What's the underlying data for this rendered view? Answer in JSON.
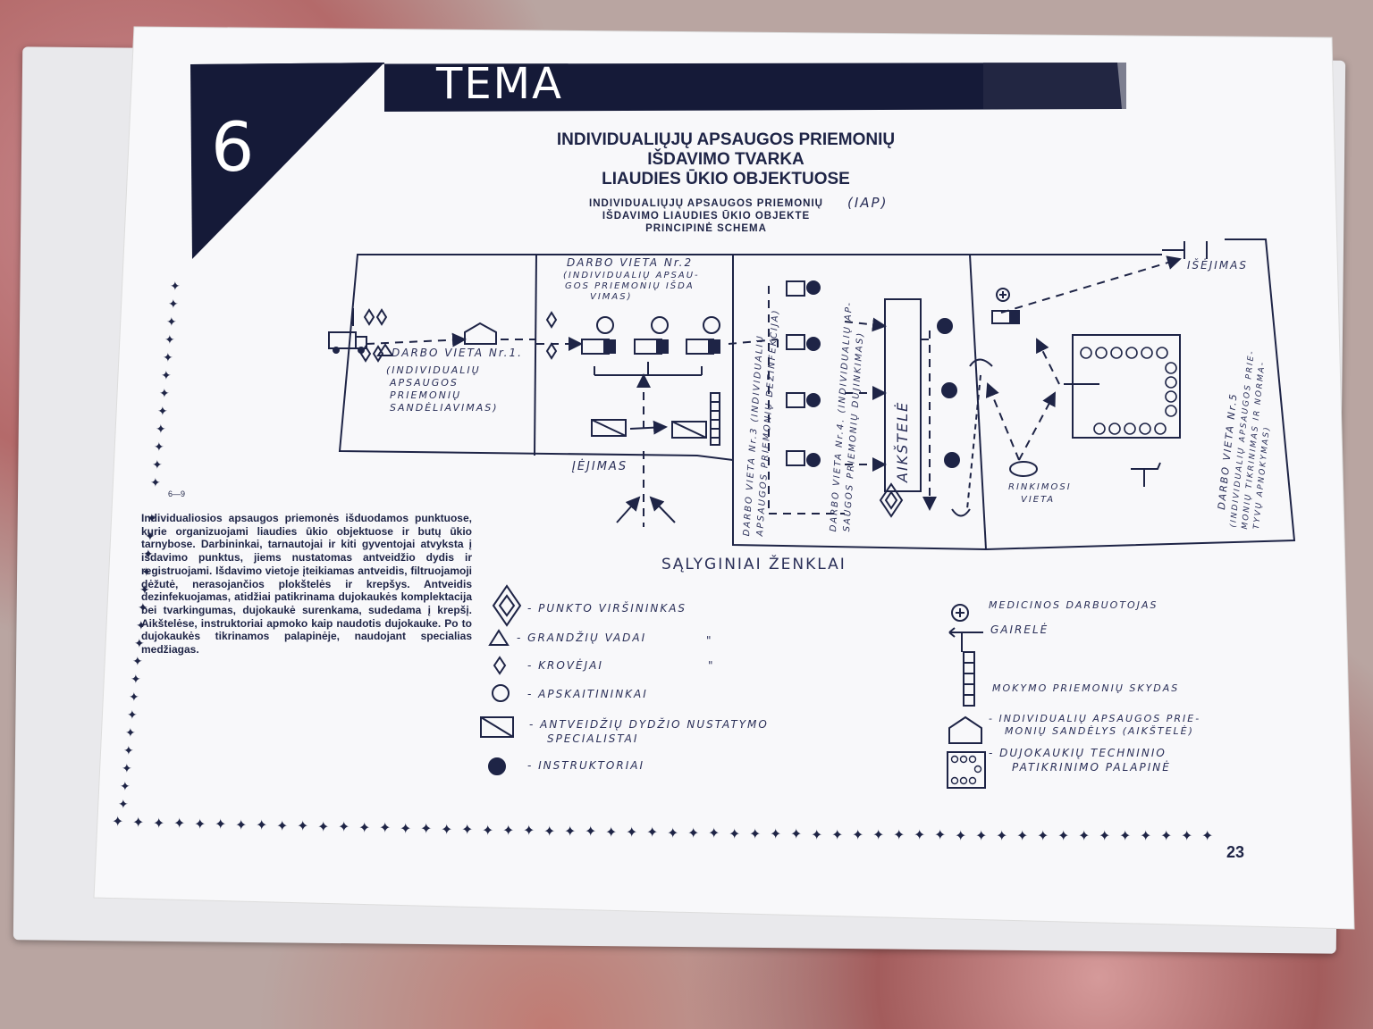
{
  "header": {
    "banner_word": "TEMA",
    "topic_number": "6",
    "title_lines": [
      "INDIVIDUALIŲJŲ APSAUGOS PRIEMONIŲ",
      "IŠDAVIMO TVARKA",
      "LIAUDIES ŪKIO OBJEKTUOSE"
    ],
    "subtitle_line1": "INDIVIDUALIŲJŲ APSAUGOS PRIEMONIŲ",
    "subtitle_abbr": "(IAP)",
    "subtitle_line2": "IŠDAVIMO LIAUDIES ŪKIO OBJEKTE",
    "subtitle_line3": "PRINCIPINĖ SCHEMA"
  },
  "diagram": {
    "station2_lines": [
      "DARBO VIETA Nr.2",
      "(INDIVIDUALIŲ APSAU-",
      "GOS PRIEMONIŲ IŠDA",
      "VIMAS)"
    ],
    "station1_label": "DARBO VIETA Nr.1.",
    "station1_lines": [
      "(INDIVIDUALIŲ",
      "APSAUGOS",
      "PRIEMONIŲ",
      "SANDĖLIAVIMAS)"
    ],
    "station3_lines": [
      "DARBO VIETA Nr.3 (INDIVIDUALIŲ",
      "APSAUGOS PRIEMONIŲ DEZINFEKCIJA)"
    ],
    "station4_lines": [
      "DARBO VIETA Nr.4. (INDIVIDUALIŲ AP-",
      "SAUGOS PRIEMONIŲ DUJINKIMAS)"
    ],
    "yard_label": "AIKŠTELĖ",
    "station5_lines": [
      "DARBO VIETA Nr.5",
      "(INDIVIDUALIŲ APSAUGOS PRIE-",
      "MONIŲ TIKRINIMAS IR NORMA-",
      "TYVŲ APNOKYMAS)"
    ],
    "exit_label": "IŠĖJIMAS",
    "entrance_label": "ĮĖJIMAS",
    "gathering_lines": [
      "RINKIMOSI",
      "VIETA"
    ]
  },
  "page_code": "6—9",
  "paragraph": "Individualiosios apsaugos priemonės išduodamos punktuose, kurie organizuojami liaudies ūkio objektuose ir butų ūkio tarnybose. Darbininkai, tarnautojai ir kiti gyventojai atvyksta į išdavimo punktus, jiems nustatomas antveidžio dydis ir registruojami. Išdavimo vietoje įteikiamas antveidis, filtruojamoji dėžutė, nerasojančios plokštelės ir krepšys. Antveidis dezinfekuojamas, atidžiai patikrinama dujokaukės komplektacija bei tvarkingumas, dujokaukė surenkama, sudedama į krepšį. Aikštelėse, instruktoriai apmoko kaip naudotis dujokauke. Po to dujokaukės tikrinamos palapinėje, naudojant specialias medžiagas.",
  "legend": {
    "heading": "SĄLYGINIAI  ŽENKLAI",
    "left": [
      {
        "icon": "diamond-large-icon",
        "text": "- PUNKTO VIRŠININKAS"
      },
      {
        "icon": "triangle-icon",
        "text": "- GRANDŽIŲ VADAI"
      },
      {
        "icon": "diamond-small-icon",
        "text": "- KROVĖJAI"
      },
      {
        "icon": "circle-icon",
        "text": "- APSKAITININKAI"
      },
      {
        "icon": "crossed-rectangle-icon",
        "text": "- ANTVEIDŽIŲ DYDŽIO NUSTATYMO"
      },
      {
        "icon": "filled-circle-icon",
        "text": "- INSTRUKTORIAI"
      }
    ],
    "left_extra": "SPECIALISTAI",
    "ditto1": "\"",
    "ditto2": "\"",
    "right": [
      {
        "icon": "medical-cross-icon",
        "text": "MEDICINOS DARBUOTOJAS"
      },
      {
        "icon": "flag-icon",
        "text": "GAIRELĖ"
      },
      {
        "icon": "ladder-board-icon",
        "text": "MOKYMO PRIEMONIŲ SKYDAS"
      },
      {
        "icon": "warehouse-icon",
        "text": "- INDIVIDUALIŲ APSAUGOS PRIE-"
      },
      {
        "icon": "tent-icon",
        "text": "- DUJOKAUKIŲ TECHNINIO"
      }
    ],
    "right_extra1": "MONIŲ SANDĖLYS (AIKŠTELĖ)",
    "right_extra2": "PATIKRINIMO PALAPINĖ"
  },
  "page_number": "23",
  "colors": {
    "ink": "#1e2446",
    "paper": "#f7f7f9",
    "banner": "#151a38"
  }
}
